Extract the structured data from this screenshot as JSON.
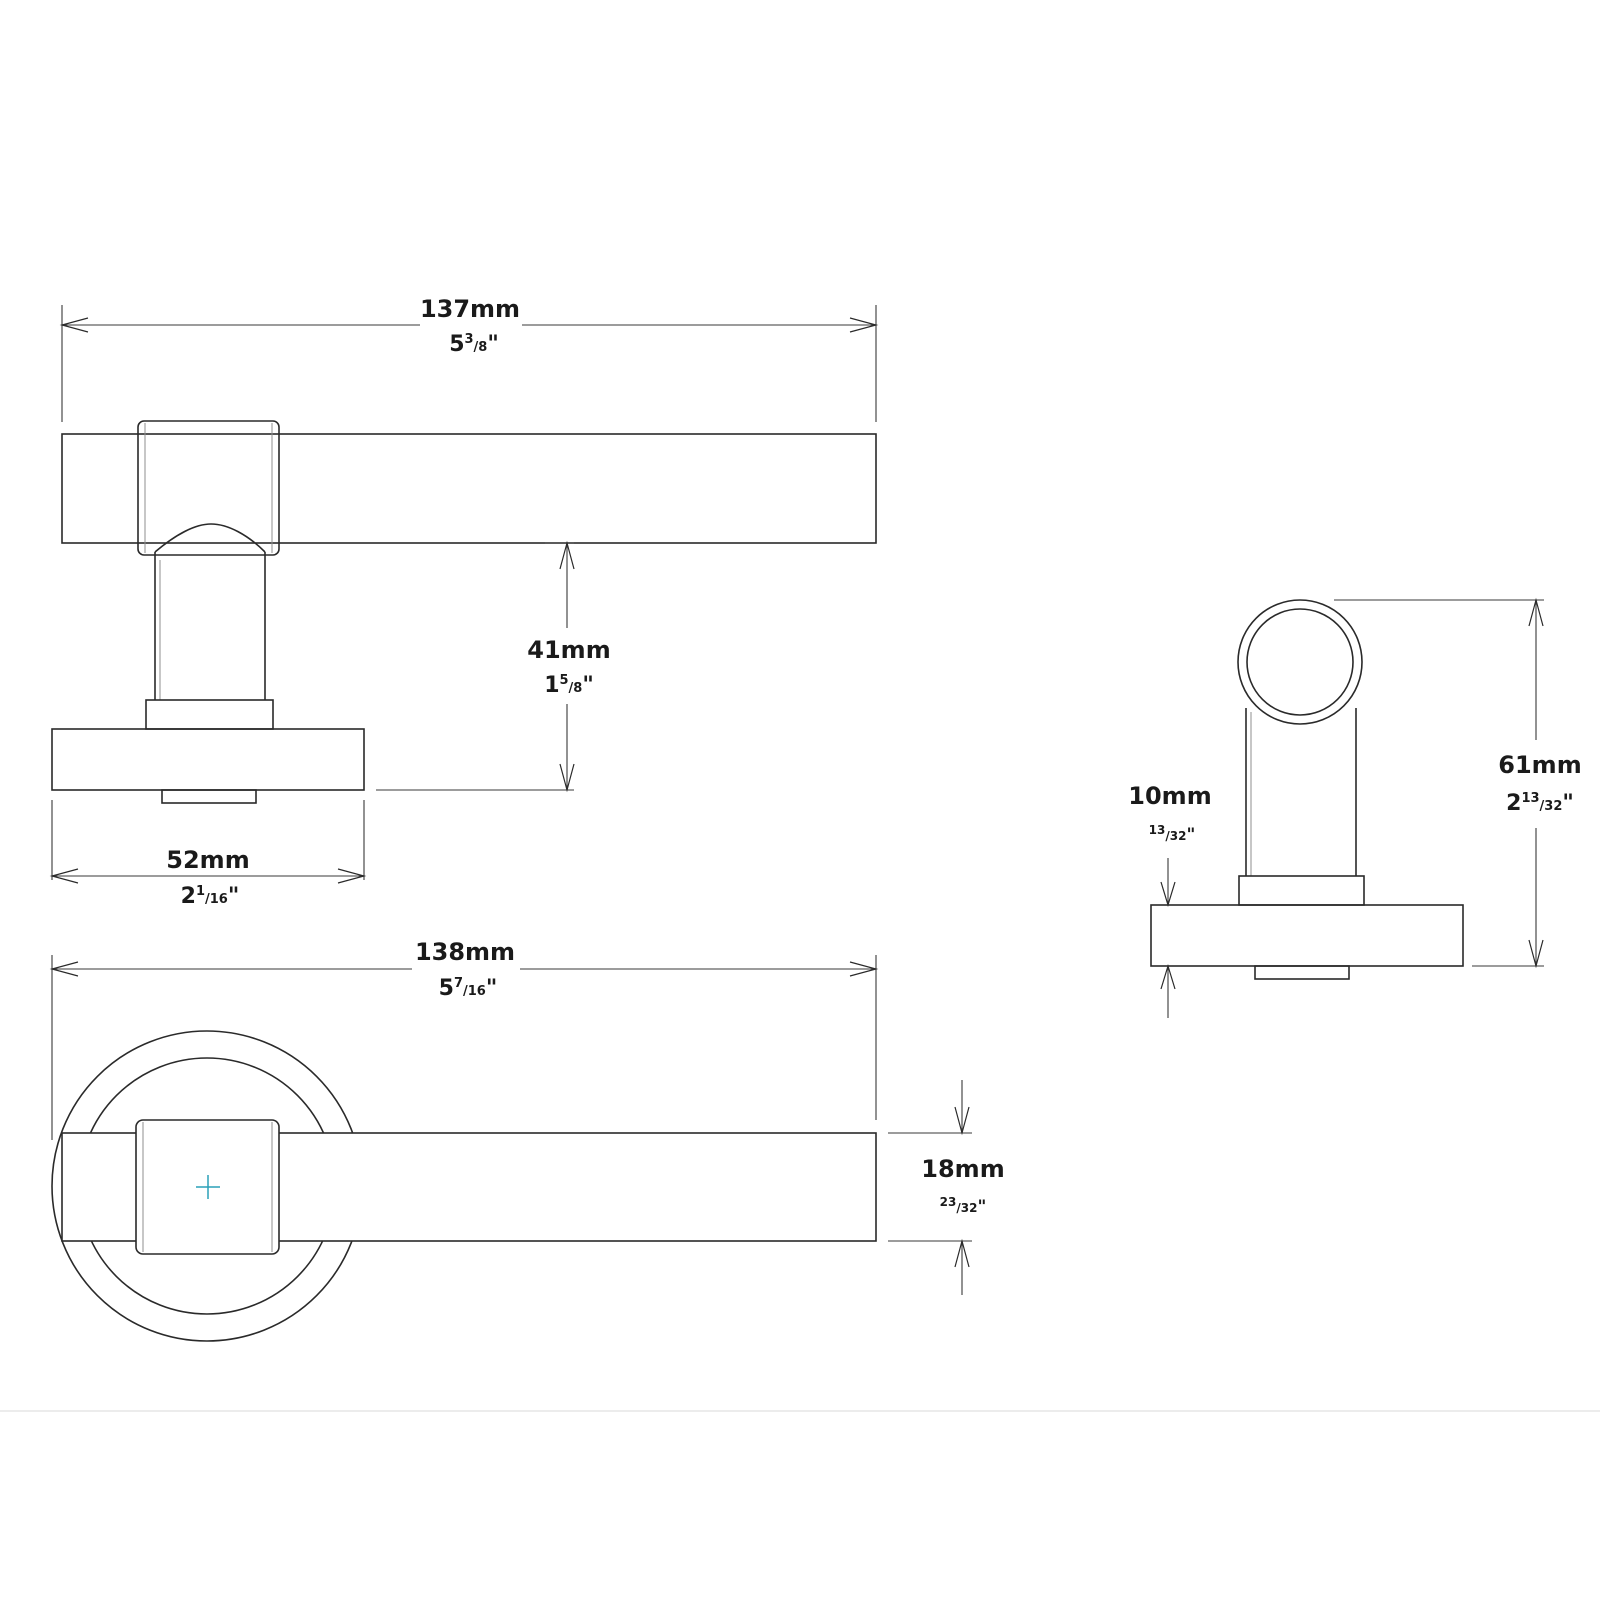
{
  "dimensions": {
    "top_width": {
      "mm": "137mm",
      "whole": "5",
      "num": "3",
      "den": "8",
      "unit": "\""
    },
    "projection": {
      "mm": "41mm",
      "whole": "1",
      "num": "5",
      "den": "8",
      "unit": "\""
    },
    "rose_depth": {
      "mm": "52mm",
      "whole": "2",
      "num": "1",
      "den": "16",
      "unit": "\""
    },
    "bottom_width": {
      "mm": "138mm",
      "whole": "5",
      "num": "7",
      "den": "16",
      "unit": "\""
    },
    "lever_height": {
      "mm": "18mm",
      "whole": "",
      "num": "23",
      "den": "32",
      "unit": "\""
    },
    "side_height": {
      "mm": "61mm",
      "whole": "2",
      "num": "13",
      "den": "32",
      "unit": "\""
    },
    "rose_thick": {
      "mm": "10mm",
      "whole": "",
      "num": "13",
      "den": "32",
      "unit": "\""
    }
  },
  "colors": {
    "line": "#2a2a2a",
    "center_mark": "#2aa0b8"
  }
}
